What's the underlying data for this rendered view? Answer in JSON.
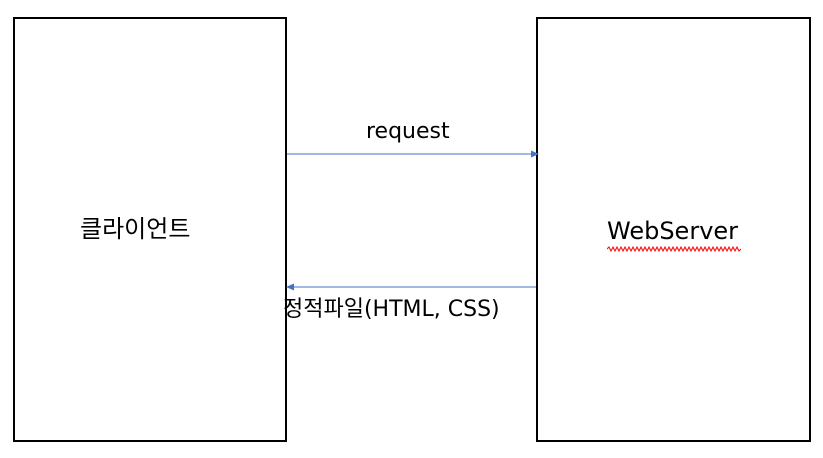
{
  "client": {
    "label": "클라이언트"
  },
  "server": {
    "label": "WebServer"
  },
  "arrows": {
    "request_label": "request",
    "response_label": "정적파일(HTML, CSS)"
  },
  "colors": {
    "arrow": "#4472c4",
    "box_border": "#000000",
    "spellcheck_underline": "#ff0000"
  }
}
